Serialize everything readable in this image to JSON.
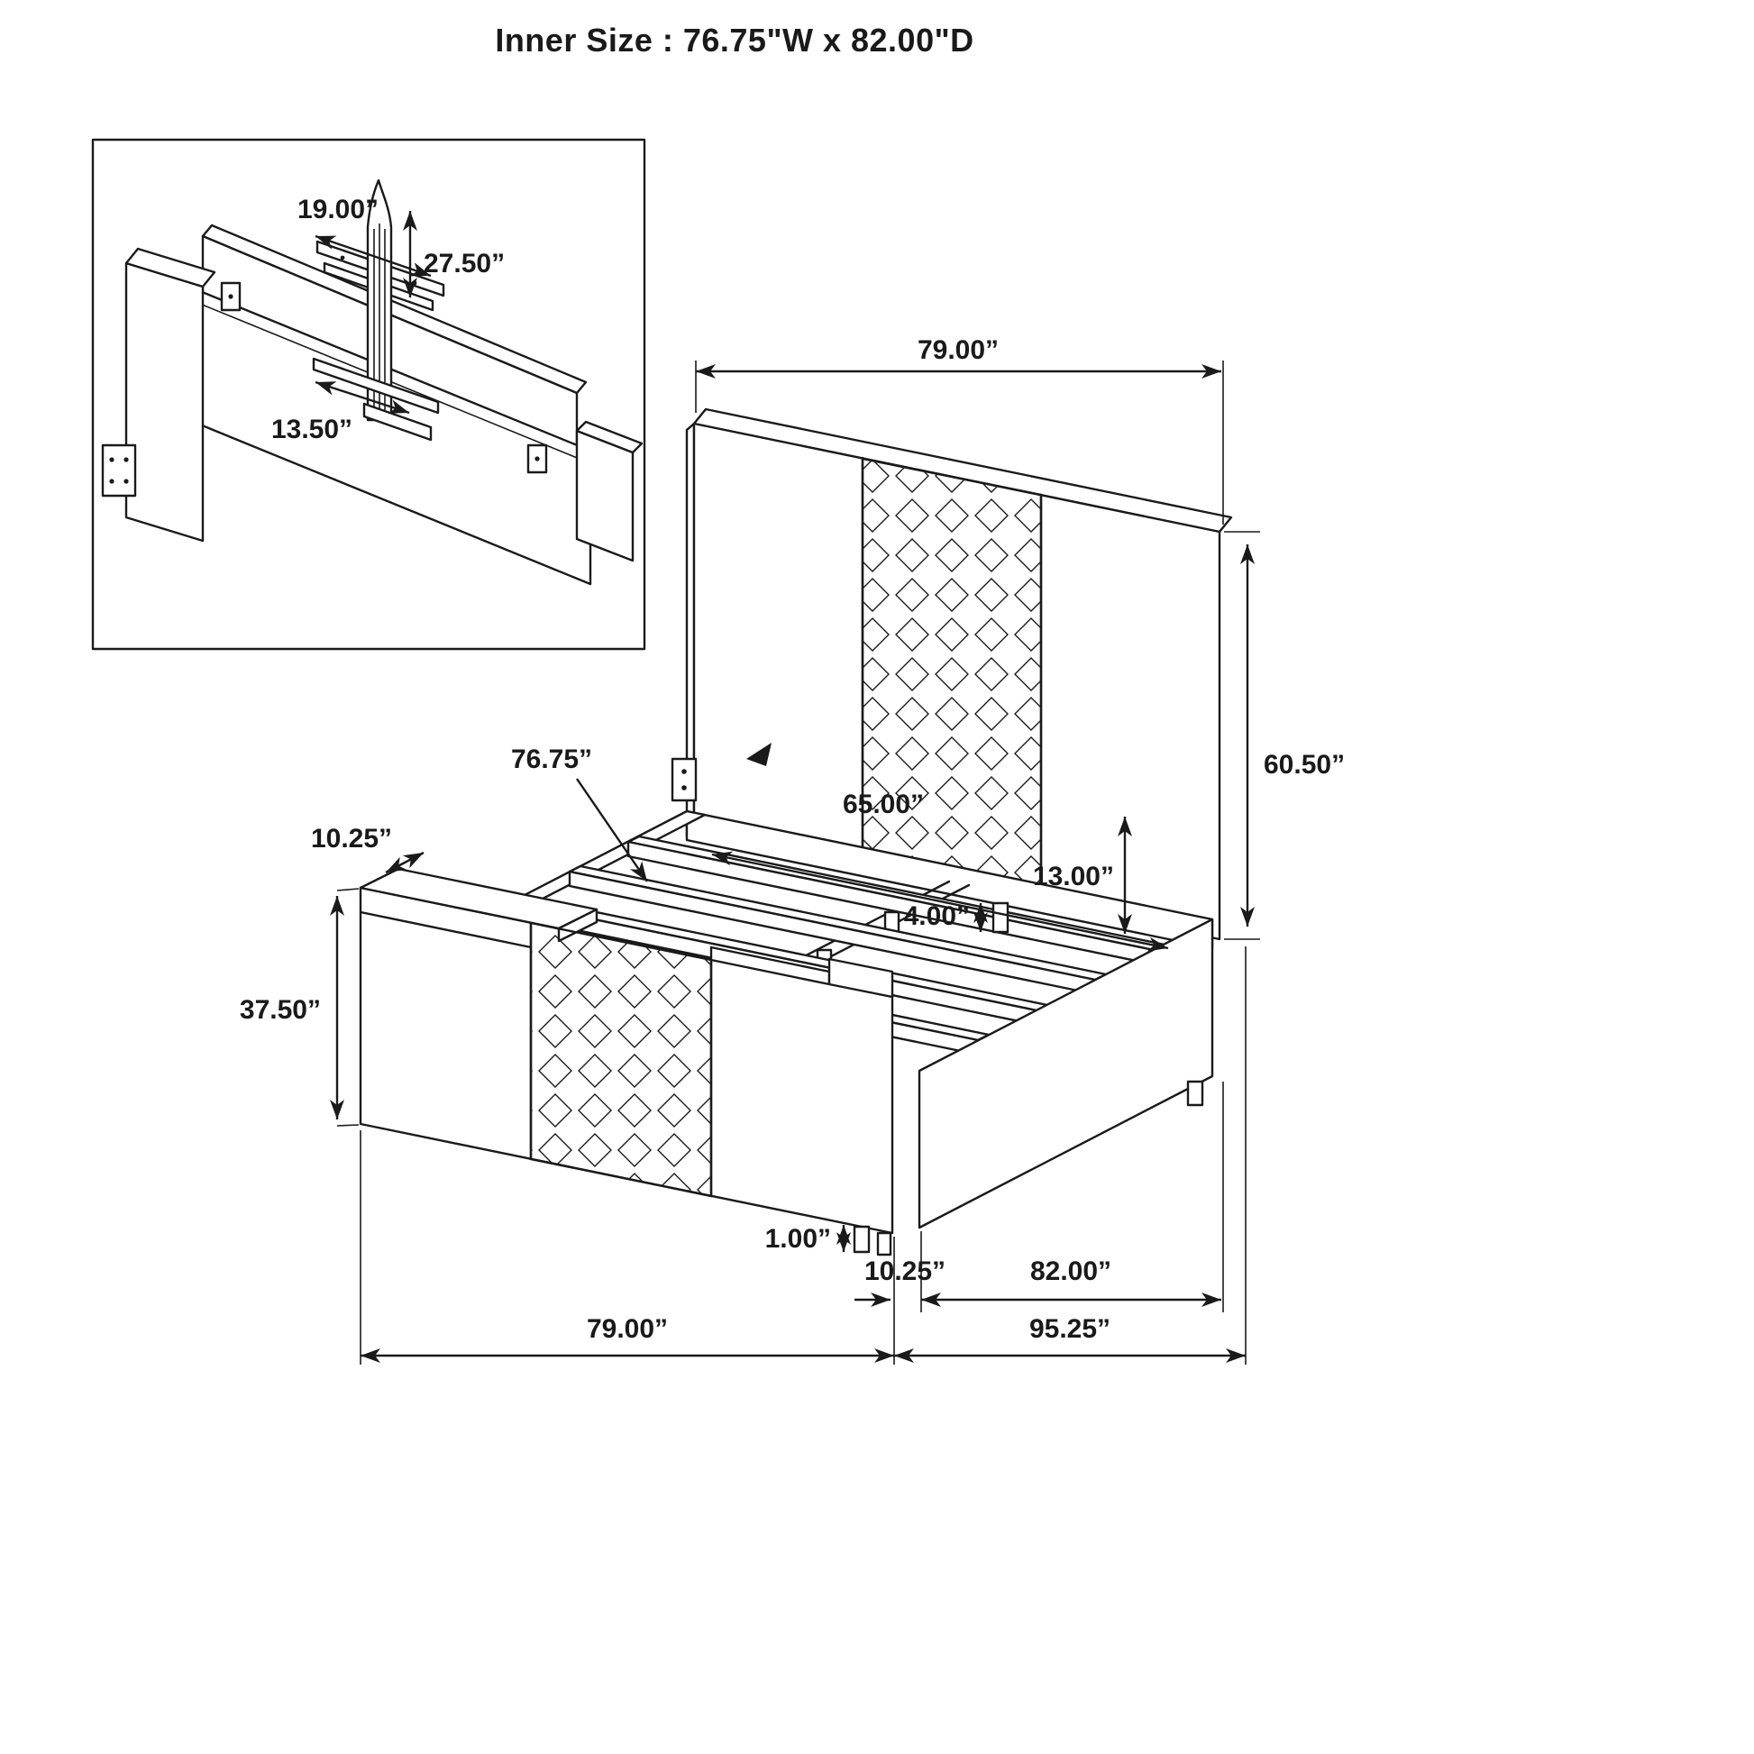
{
  "title": "Inner Size : 76.75\"W x 82.00\"D",
  "colors": {
    "line": "#1a1a1a",
    "background": "#ffffff"
  },
  "inset": {
    "bar_length": "19.00”",
    "mount_height": "27.50”",
    "lower_bar_length": "13.50”"
  },
  "main": {
    "headboard_width": "79.00”",
    "headboard_height": "60.50”",
    "slat_length": "76.75”",
    "inner_width": "65.00”",
    "side_rail_height": "13.00”",
    "support_block_height": "4.00”",
    "footboard_top_depth": "10.25”",
    "footboard_height": "37.50”",
    "foot_height": "1.00”",
    "footboard_bottom_depth": "10.25”",
    "inner_depth": "82.00”",
    "footboard_width": "79.00”",
    "overall_depth": "95.25”"
  }
}
